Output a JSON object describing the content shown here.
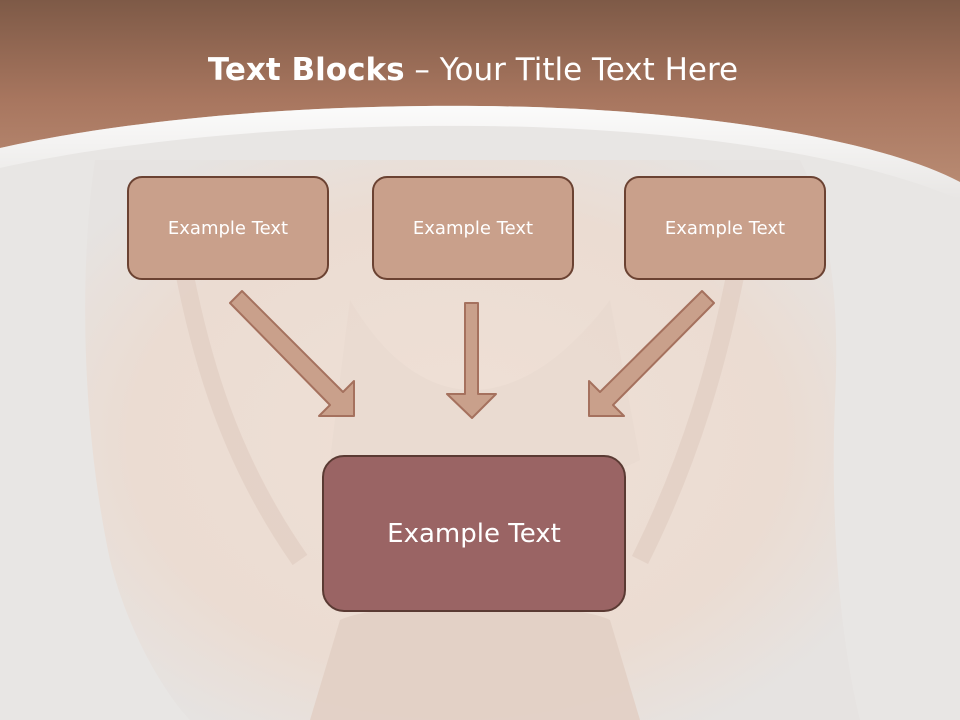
{
  "slide": {
    "title_bold": "Text Blocks",
    "title_rest": "– Your Title Text Here"
  },
  "diagram": {
    "top_boxes": [
      "Example Text",
      "Example Text",
      "Example Text"
    ],
    "bottom_box": "Example Text"
  },
  "colors": {
    "header": "#a8765f",
    "box_fill": "#c9a08b",
    "box_border": "#6b4232",
    "bottom_fill": "#9a6464",
    "arrow_fill": "#c9a08b"
  }
}
